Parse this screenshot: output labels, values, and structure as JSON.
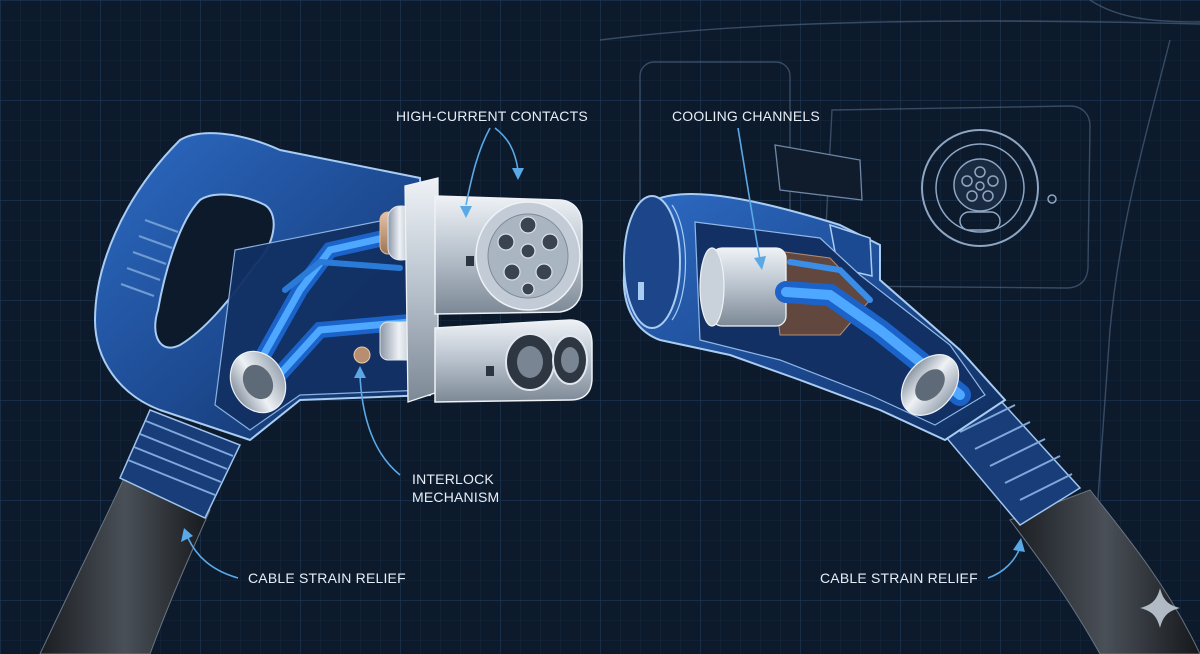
{
  "labels": {
    "high_current_contacts": "HIGH-CURRENT CONTACTS",
    "cooling_channels": "COOLING CHANNELS",
    "interlock_line1": "INTERLOCK",
    "interlock_line2": "MECHANISM",
    "strain_relief_left": "CABLE STRAIN RELIEF",
    "strain_relief_right": "CABLE STRAIN RELIEF"
  },
  "colors": {
    "background": "#0c1a2c",
    "grid": "#1a3047",
    "housing_blue": "#1f4f9a",
    "housing_edge": "#9fc4ef",
    "coolant_blue": "#2f8cf0",
    "metal": "#c9d1da",
    "cable": "#2a2e33",
    "leader": "#5aa9e6"
  }
}
